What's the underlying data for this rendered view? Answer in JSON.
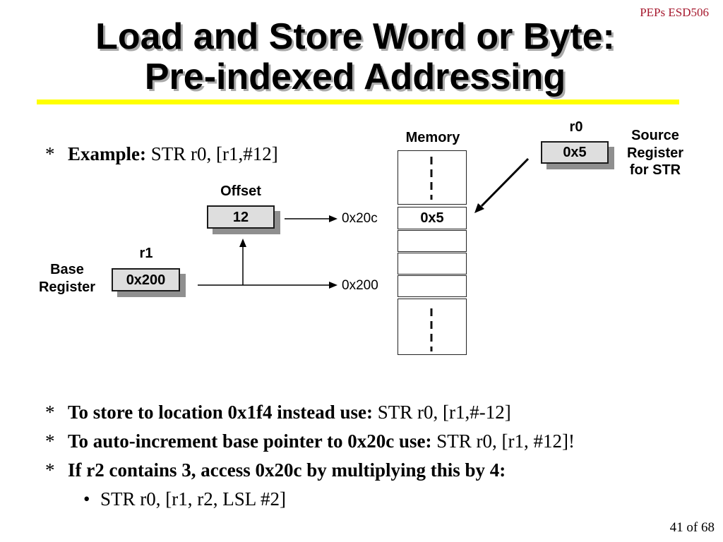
{
  "colors": {
    "header_text": "#a6192e",
    "title_text": "#000000",
    "title_rule": "#ffff00",
    "register_fill": "#dedede",
    "register_shadow": "#8f8f8f"
  },
  "header": {
    "course": "PEPs ESD506"
  },
  "title": {
    "line1": "Load and Store Word or Byte:",
    "line2": "Pre-indexed Addressing"
  },
  "example": {
    "marker": "*",
    "label": "Example:",
    "code": "STR r0, [r1,#12]"
  },
  "diagram": {
    "memory": {
      "label": "Memory",
      "stored_value": "0x5"
    },
    "r0": {
      "name": "r0",
      "value": "0x5",
      "caption": [
        "Source",
        "Register",
        "for STR"
      ]
    },
    "offset": {
      "name": "Offset",
      "value": "12",
      "address": "0x20c"
    },
    "r1": {
      "name": "r1",
      "value": "0x200",
      "caption": [
        "Base",
        "Register"
      ],
      "address": "0x200"
    }
  },
  "notes": [
    {
      "marker": "*",
      "lead": "To store to location 0x1f4 instead use:",
      "code": "STR r0, [r1,#-12]"
    },
    {
      "marker": "*",
      "lead": "To auto-increment base pointer to 0x20c use:",
      "code": "STR r0, [r1, #12]!"
    },
    {
      "marker": "*",
      "lead": "If r2 contains 3, access 0x20c by multiplying this by 4:"
    }
  ],
  "sub_note": {
    "marker": "•",
    "code": "STR r0, [r1, r2, LSL #2]"
  },
  "footer": {
    "page": "41 of 68"
  }
}
